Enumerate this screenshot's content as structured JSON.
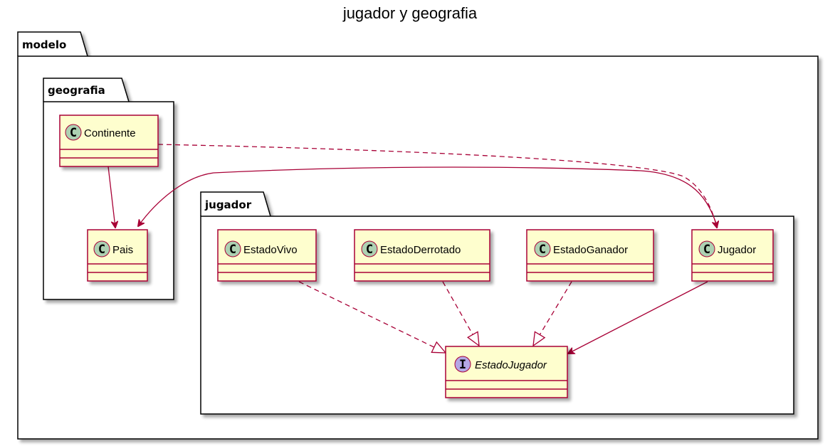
{
  "diagram": {
    "title": "jugador y geografia",
    "packages": {
      "modelo": "modelo",
      "geografia": "geografia",
      "jugador": "jugador"
    },
    "classes": {
      "continente": {
        "name": "Continente",
        "stereotype": "C"
      },
      "pais": {
        "name": "Pais",
        "stereotype": "C"
      },
      "estado_vivo": {
        "name": "EstadoVivo",
        "stereotype": "C"
      },
      "estado_derrotado": {
        "name": "EstadoDerrotado",
        "stereotype": "C"
      },
      "estado_ganador": {
        "name": "EstadoGanador",
        "stereotype": "C"
      },
      "jugador": {
        "name": "Jugador",
        "stereotype": "C"
      },
      "estado_jugador": {
        "name": "EstadoJugador",
        "stereotype": "I"
      }
    },
    "colors": {
      "class_fill": "#FEFECE",
      "class_border": "#A80036",
      "class_badge": "#ADD1B2",
      "interface_badge": "#B4A7E5",
      "relation": "#A80036",
      "package_border": "#000000"
    }
  }
}
